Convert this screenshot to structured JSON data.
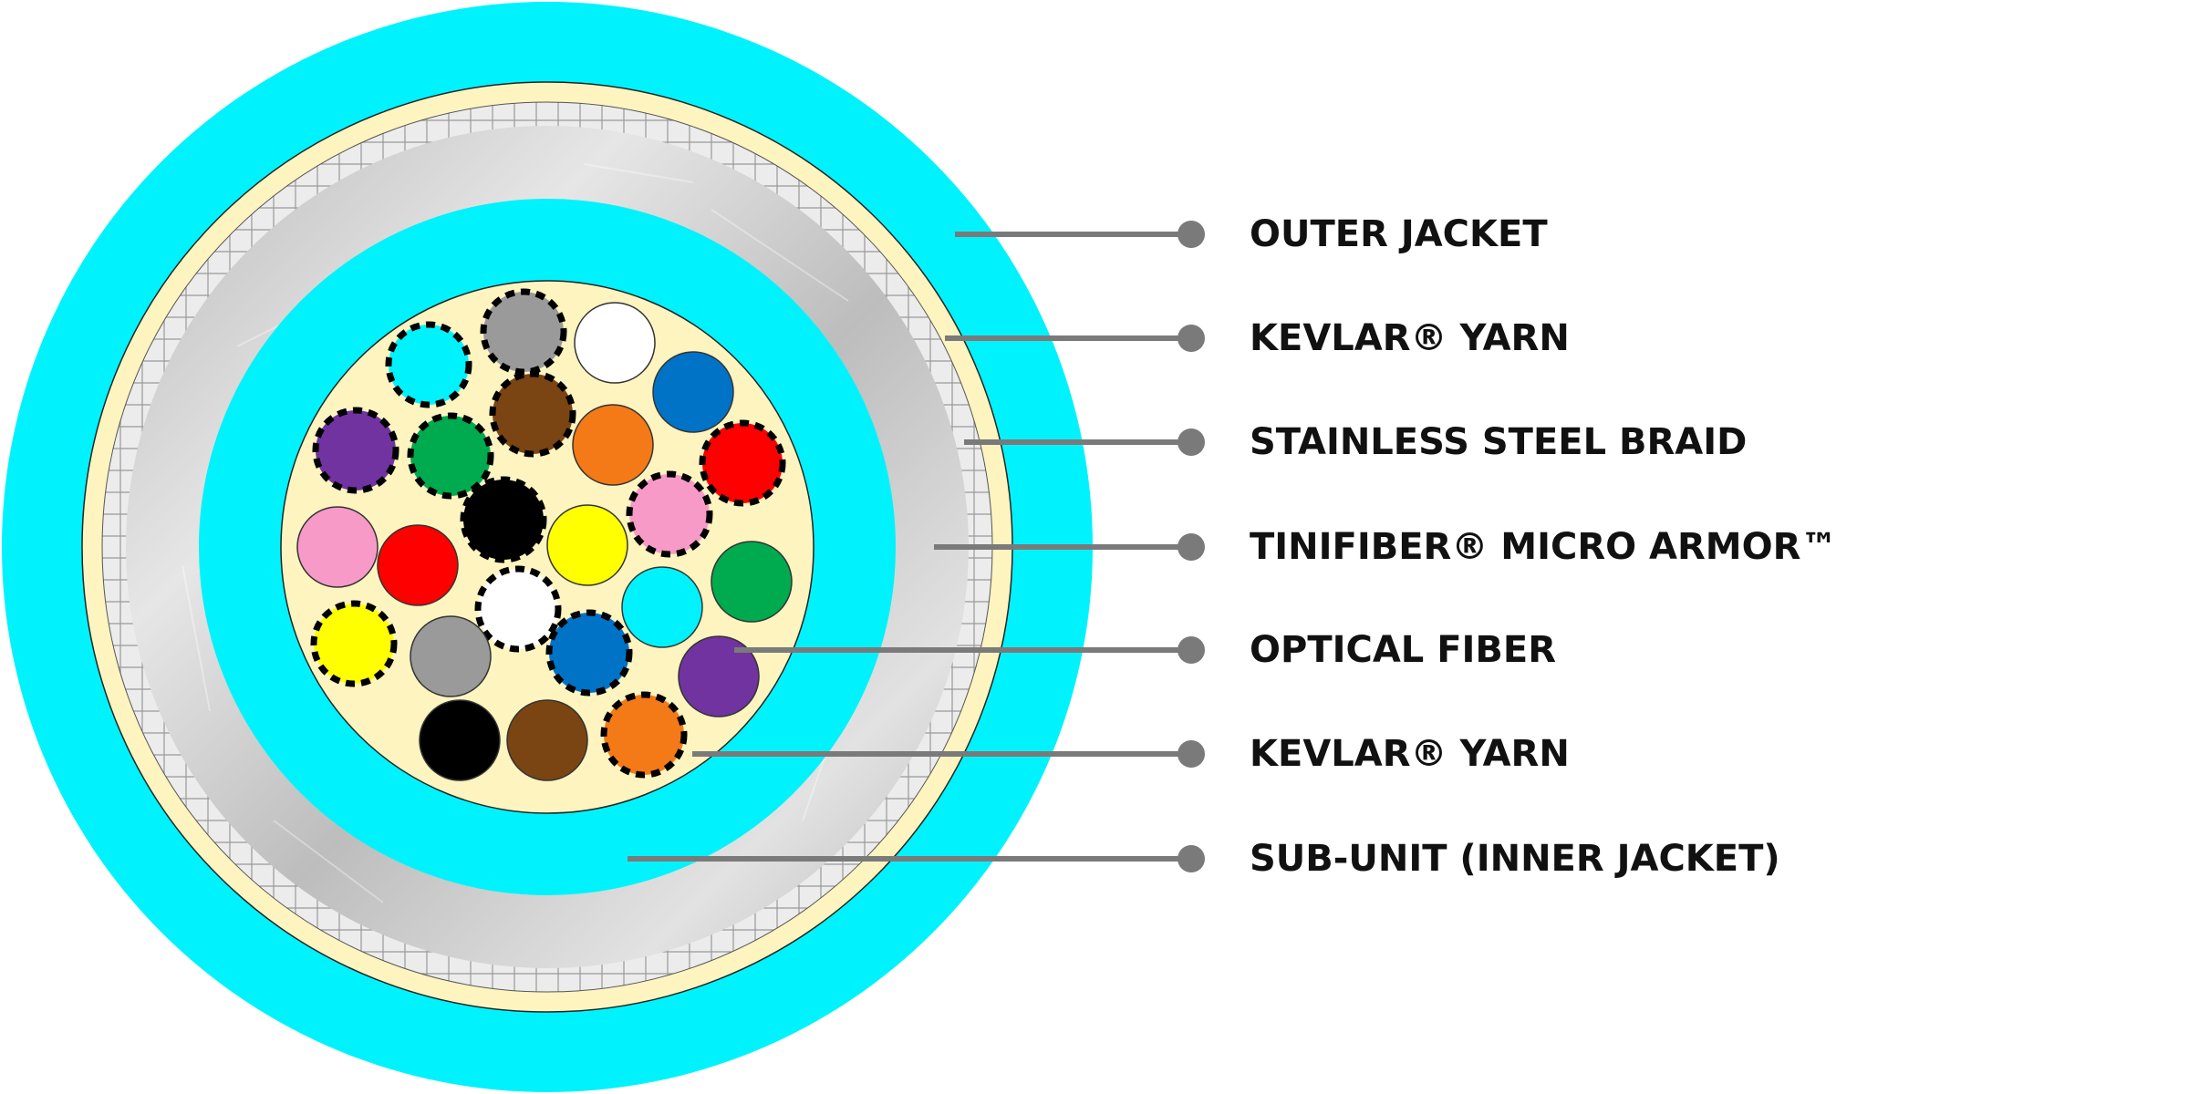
{
  "colors": {
    "jacket": "#00F3FC",
    "kevlar": "#FDF4C0",
    "braid": "#ECECEC",
    "armor": "#C9C9C9",
    "leader": "#7A7A7A"
  },
  "labels": [
    {
      "id": "outer-jacket",
      "text": "OUTER JACKET"
    },
    {
      "id": "kevlar-yarn-outer",
      "text": "KEVLAR® YARN"
    },
    {
      "id": "stainless-steel-braid",
      "text": "STAINLESS STEEL BRAID"
    },
    {
      "id": "tinifiber-micro-armor",
      "text": "TINIFIBER® MICRO ARMOR™"
    },
    {
      "id": "optical-fiber",
      "text": "OPTICAL FIBER"
    },
    {
      "id": "kevlar-yarn-inner",
      "text": "KEVLAR® YARN"
    },
    {
      "id": "sub-unit-inner-jacket",
      "text": "SUB-UNIT (INNER JACKET)"
    }
  ],
  "fibers": [
    {
      "color": "#00F3FC",
      "dashed": true
    },
    {
      "color": "#9A9A9A",
      "dashed": true
    },
    {
      "color": "#FFFFFF",
      "dashed": false
    },
    {
      "color": "#0073C7",
      "dashed": false
    },
    {
      "color": "#7033A0",
      "dashed": true
    },
    {
      "color": "#00AA4F",
      "dashed": true
    },
    {
      "color": "#7A4512",
      "dashed": true
    },
    {
      "color": "#F37A17",
      "dashed": false
    },
    {
      "color": "#FF0000",
      "dashed": true
    },
    {
      "color": "#000000",
      "dashed": true
    },
    {
      "color": "#F79AC8",
      "dashed": true
    },
    {
      "color": "#F79AC8",
      "dashed": false
    },
    {
      "color": "#FF0000",
      "dashed": false
    },
    {
      "color": "#FFFF00",
      "dashed": false
    },
    {
      "color": "#00AA4F",
      "dashed": false
    },
    {
      "color": "#FFFFFF",
      "dashed": true
    },
    {
      "color": "#00F3FC",
      "dashed": false
    },
    {
      "color": "#FFFF00",
      "dashed": true
    },
    {
      "color": "#9A9A9A",
      "dashed": false
    },
    {
      "color": "#0073C7",
      "dashed": true
    },
    {
      "color": "#7033A0",
      "dashed": false
    },
    {
      "color": "#000000",
      "dashed": false
    },
    {
      "color": "#7A4512",
      "dashed": false
    },
    {
      "color": "#F37A17",
      "dashed": true
    }
  ]
}
